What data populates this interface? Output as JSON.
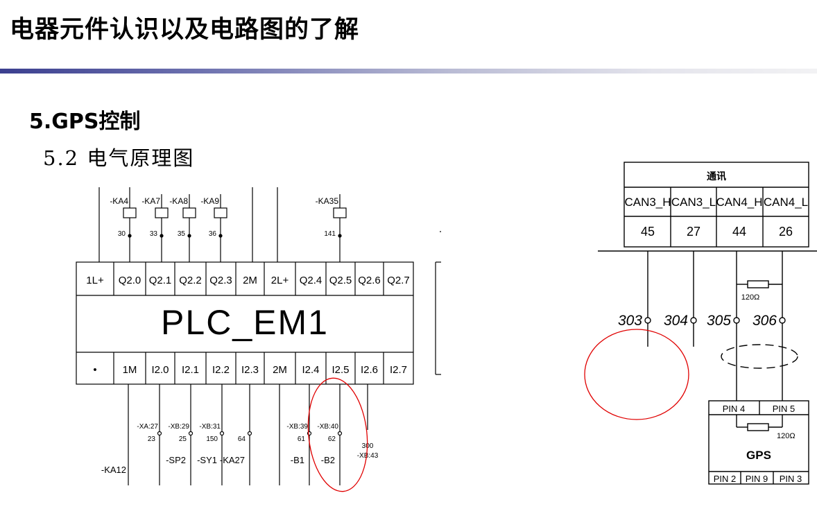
{
  "slide": {
    "title": "电器元件认识以及电路图的了解",
    "section": "5.GPS控制",
    "subsection": "5.2 电气原理图"
  },
  "plc": {
    "name": "PLC_EM1",
    "top_terminals": [
      "1L+",
      "Q2.0",
      "Q2.1",
      "Q2.2",
      "Q2.3",
      "2M",
      "2L+",
      "Q2.4",
      "Q2.5",
      "Q2.6",
      "Q2.7"
    ],
    "bottom_terminals": [
      "•",
      "1M",
      "I2.0",
      "I2.1",
      "I2.2",
      "I2.3",
      "2M",
      "I2.4",
      "I2.5",
      "I2.6",
      "I2.7"
    ],
    "relays": [
      {
        "label": "-KA4",
        "wire": "30"
      },
      {
        "label": "-KA7",
        "wire": "33"
      },
      {
        "label": "-KA8",
        "wire": "35"
      },
      {
        "label": "-KA9",
        "wire": "36"
      },
      {
        "label": "-KA35",
        "wire": "141"
      }
    ],
    "inputs": [
      {
        "conn": "-XA:27",
        "wire": "23",
        "device": "-KA12"
      },
      {
        "conn": "-XB:29",
        "wire": "25",
        "device": "-SP2"
      },
      {
        "conn": "-XB:31",
        "wire": "150",
        "device": "-SY1"
      },
      {
        "conn": "",
        "wire": "64",
        "device": "-KA27"
      },
      {
        "conn": "-XB:39",
        "wire": "61",
        "device": "-B1"
      },
      {
        "conn": "-XB:40",
        "wire": "62",
        "device": "-B2"
      },
      {
        "conn": "-XB:43",
        "wire": "300",
        "device": ""
      }
    ]
  },
  "comm": {
    "header": "通讯",
    "columns": [
      "CAN3_H",
      "CAN3_L",
      "CAN4_H",
      "CAN4_L"
    ],
    "numbers": [
      "45",
      "27",
      "44",
      "26"
    ],
    "wires": [
      "303",
      "304",
      "305",
      "306"
    ],
    "resistor": "120Ω",
    "gps": {
      "name": "GPS",
      "top_pins": [
        "PIN 4",
        "PIN 5"
      ],
      "bottom_pins": [
        "PIN 2",
        "PIN 9",
        "PIN 3"
      ],
      "resistor": "120Ω"
    }
  },
  "colors": {
    "annotation": "#e00000",
    "title_bar": "#3b3f8f"
  }
}
